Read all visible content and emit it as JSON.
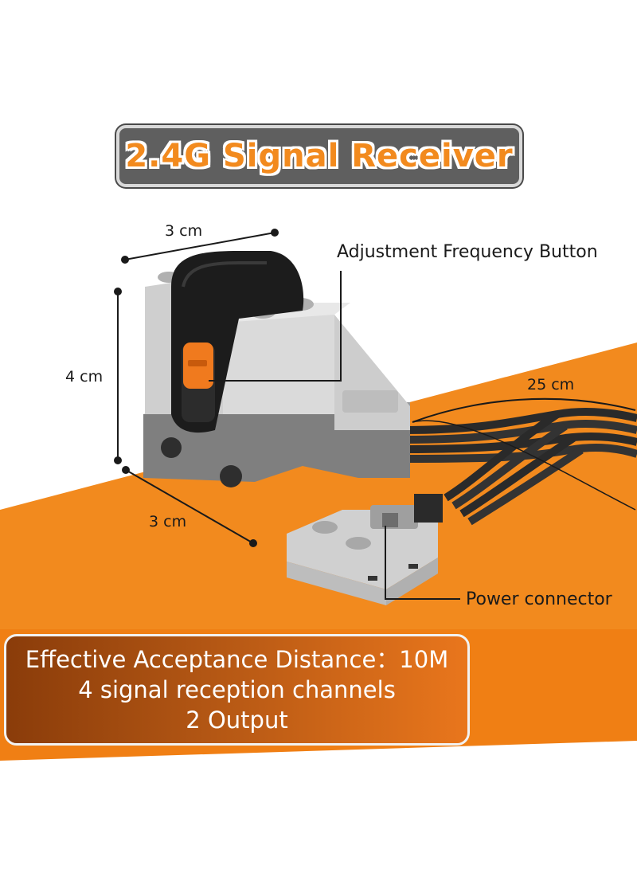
{
  "title": "2.4G Signal Receiver",
  "dimensions": {
    "top_width": "3 cm",
    "height": "4 cm",
    "bottom_depth": "3 cm",
    "cable_length": "25 cm"
  },
  "callouts": {
    "button": "Adjustment Frequency Button",
    "connector": "Power connector"
  },
  "specs": {
    "line1": "Effective Acceptance Distance：10M",
    "line2": "4 signal reception channels",
    "line3": "2 Output"
  },
  "colors": {
    "accent_orange": "#f28a1e",
    "brick_light": "#c9c9c9",
    "brick_dark": "#7a7a7a",
    "title_bg": "#5f5f5f"
  }
}
